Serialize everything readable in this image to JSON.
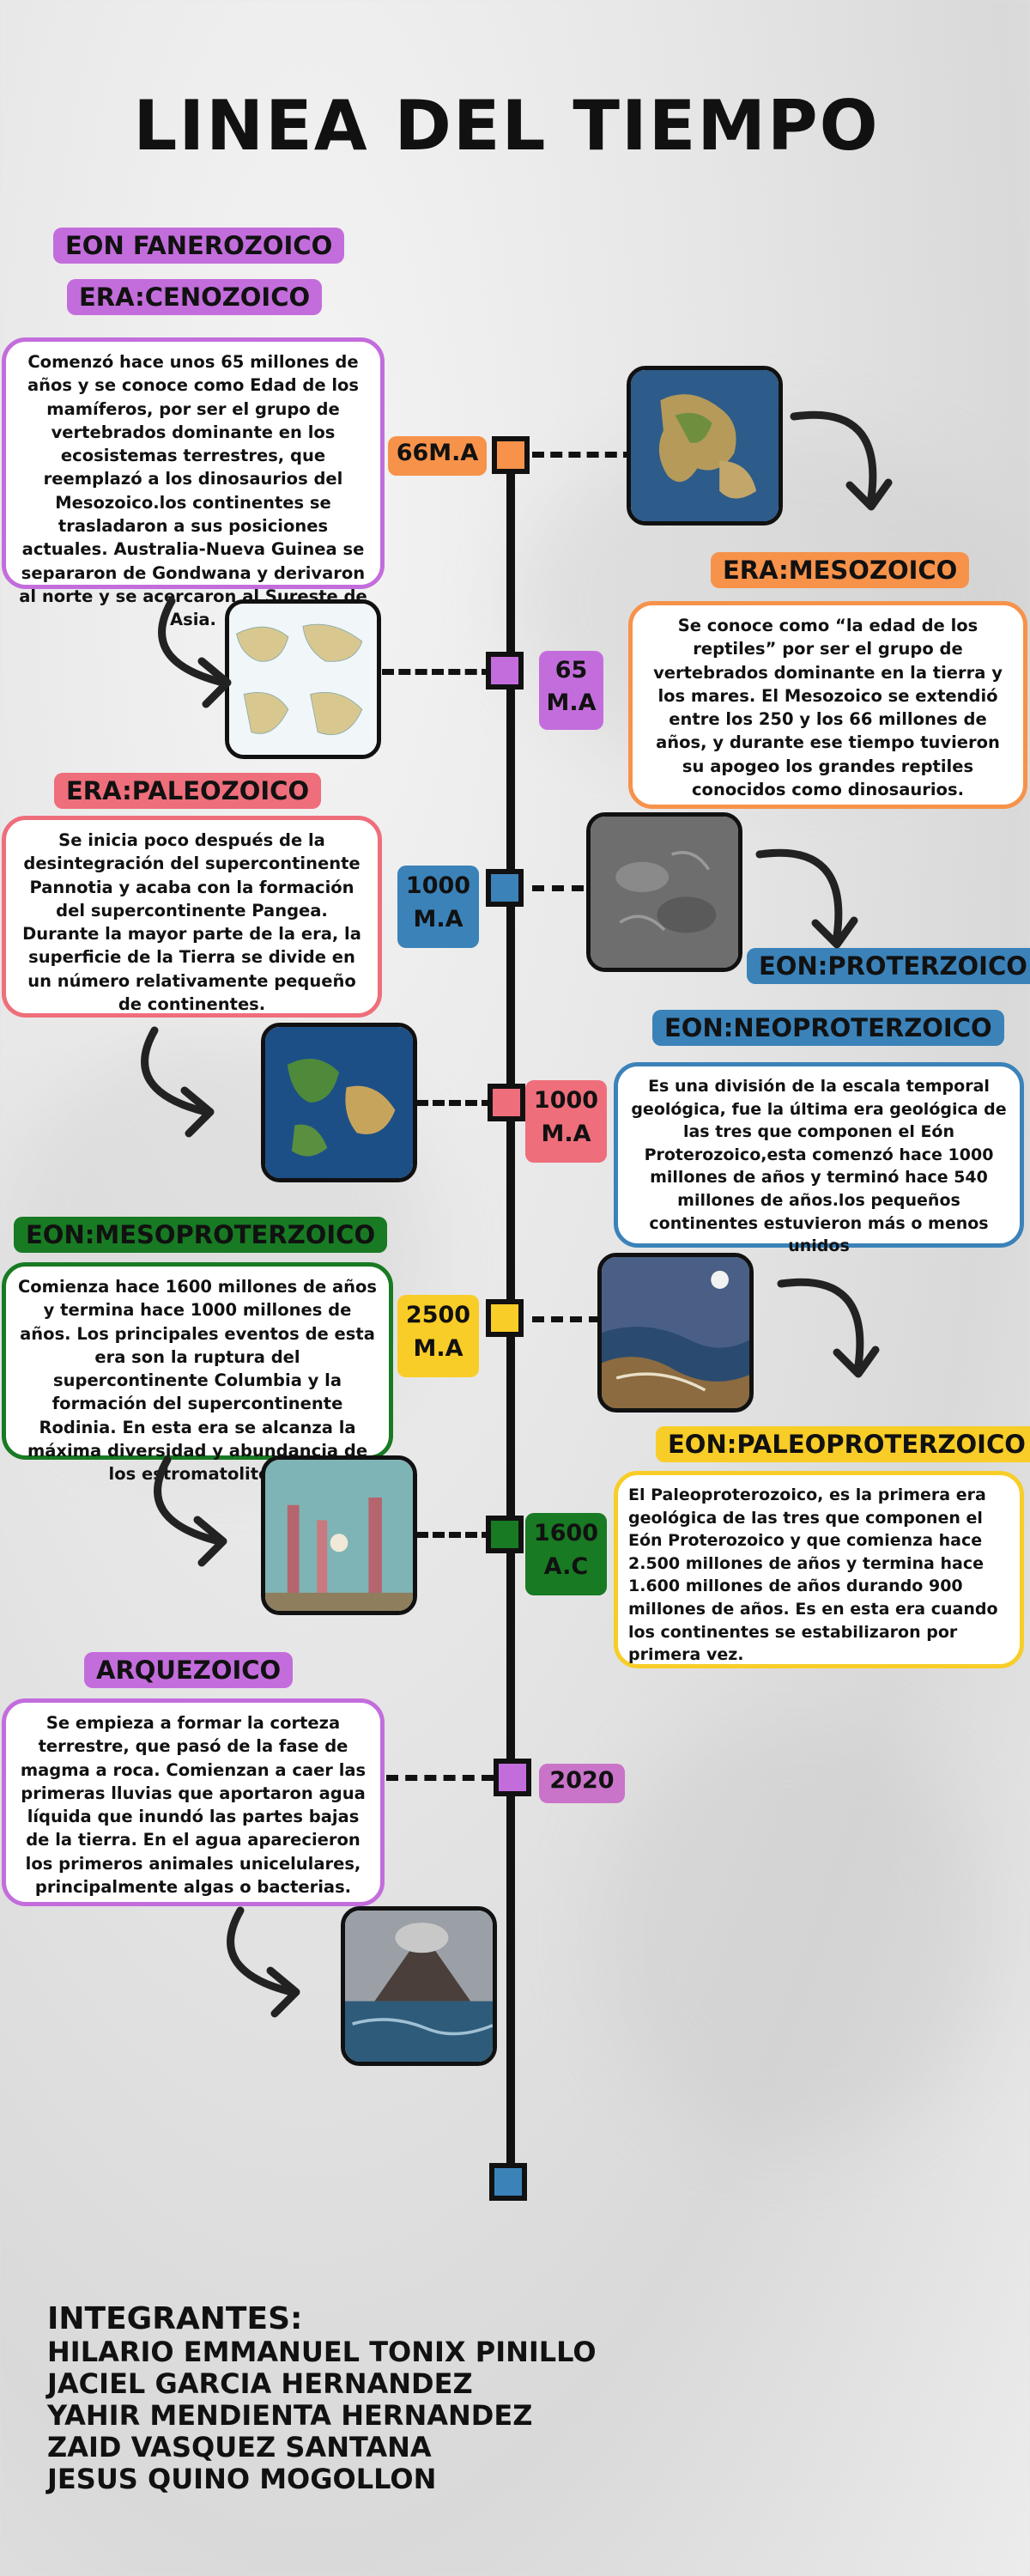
{
  "title": "LINEA DEL TIEMPO",
  "colors": {
    "purple": "#c36ddc",
    "orange": "#f7924a",
    "pink": "#ee6e7b",
    "blue": "#3b82b9",
    "green": "#187a23",
    "yellow": "#f8cd27",
    "light_purple": "#c973c9"
  },
  "sections": {
    "eon_fanerozoico": "EON FANEROZOICO",
    "cenozoico": {
      "heading": "ERA:CENOZOICO",
      "text": "Comenzó hace unos 65 millones de años y se conoce como Edad de los mamíferos, por ser el grupo de vertebrados dominante en los ecosistemas terrestres, que reemplazó a los dinosaurios del Mesozoico.los continentes se trasladaron a sus posiciones actuales. Australia-Nueva Guinea se separaron de Gondwana y derivaron al norte y se acercaron al Sureste de Asia.",
      "node_label": "66M.A"
    },
    "mesozoico": {
      "heading": "ERA:MESOZOICO",
      "text": "Se conoce como “la edad de los reptiles” por ser el grupo de vertebrados dominante en la tierra y los mares. El Mesozoico se extendió entre los 250 y los 66 millones de años, y durante ese tiempo tuvieron su apogeo los grandes reptiles conocidos como dinosaurios.",
      "node_label_1": "65",
      "node_label_2": "M.A"
    },
    "paleozoico": {
      "heading": "ERA:PALEOZOICO",
      "text": "Se inicia poco después de la desintegración del supercontinente Pannotia y acaba con la formación del supercontinente Pangea. Durante la mayor parte de la era, la superficie de la Tierra se divide en un número relativamente pequeño de continentes.",
      "node_label_1": "1000",
      "node_label_2": "M.A"
    },
    "proterzoico": {
      "heading": "EON:PROTERZOICO"
    },
    "neoproterzoico": {
      "heading": "EON:NEOPROTERZOICO",
      "text": "Es una división de la escala temporal geológica, fue la última era geológica de las tres que componen el Eón Proterozoico,esta comenzó hace 1000 millones de años y terminó hace 540 millones de años.los pequeños continentes estuvieron más o menos unidos",
      "node_label_1": "1000",
      "node_label_2": "M.A"
    },
    "mesoproterzoico": {
      "heading": "EON:MESOPROTERZOICO",
      "text": "Comienza hace 1600 millones de años y termina hace 1000 millones de años. Los principales eventos de esta era son la ruptura del supercontinente Columbia y la formación del supercontinente Rodinia. En esta era se alcanza la máxima diversidad y abundancia de los estromatolitos.",
      "node_label_1": "2500",
      "node_label_2": "M.A"
    },
    "paleoproterzoico": {
      "heading": "EON:PALEOPROTERZOICO",
      "text": "El Paleoproterozoico, es la primera era geológica de las tres que componen el Eón Proterozoico y que comienza hace 2.500 millones de años y termina hace 1.600 millones de años durando 900 millones de años. Es en esta era cuando los continentes se estabilizaron por primera vez.",
      "node_label_1": "1600",
      "node_label_2": "A.C"
    },
    "arquezoico": {
      "heading": "ARQUEZOICO",
      "text": "Se empieza a formar la corteza terrestre, que pasó de la fase de magma a roca. Comienzan a caer las primeras lluvias que aportaron agua líquida que inundó las partes bajas de la tierra. En el agua aparecieron los primeros animales unicelulares, principalmente algas o bacterias.",
      "node_label": "2020"
    }
  },
  "members": {
    "header": "INTEGRANTES:",
    "names": [
      "HILARIO EMMANUEL TONIX PINILLO",
      "JACIEL GARCIA HERNANDEZ",
      "YAHIR MENDIENTA HERNANDEZ",
      "ZAID VASQUEZ SANTANA",
      "JESUS QUINO MOGOLLON"
    ]
  }
}
